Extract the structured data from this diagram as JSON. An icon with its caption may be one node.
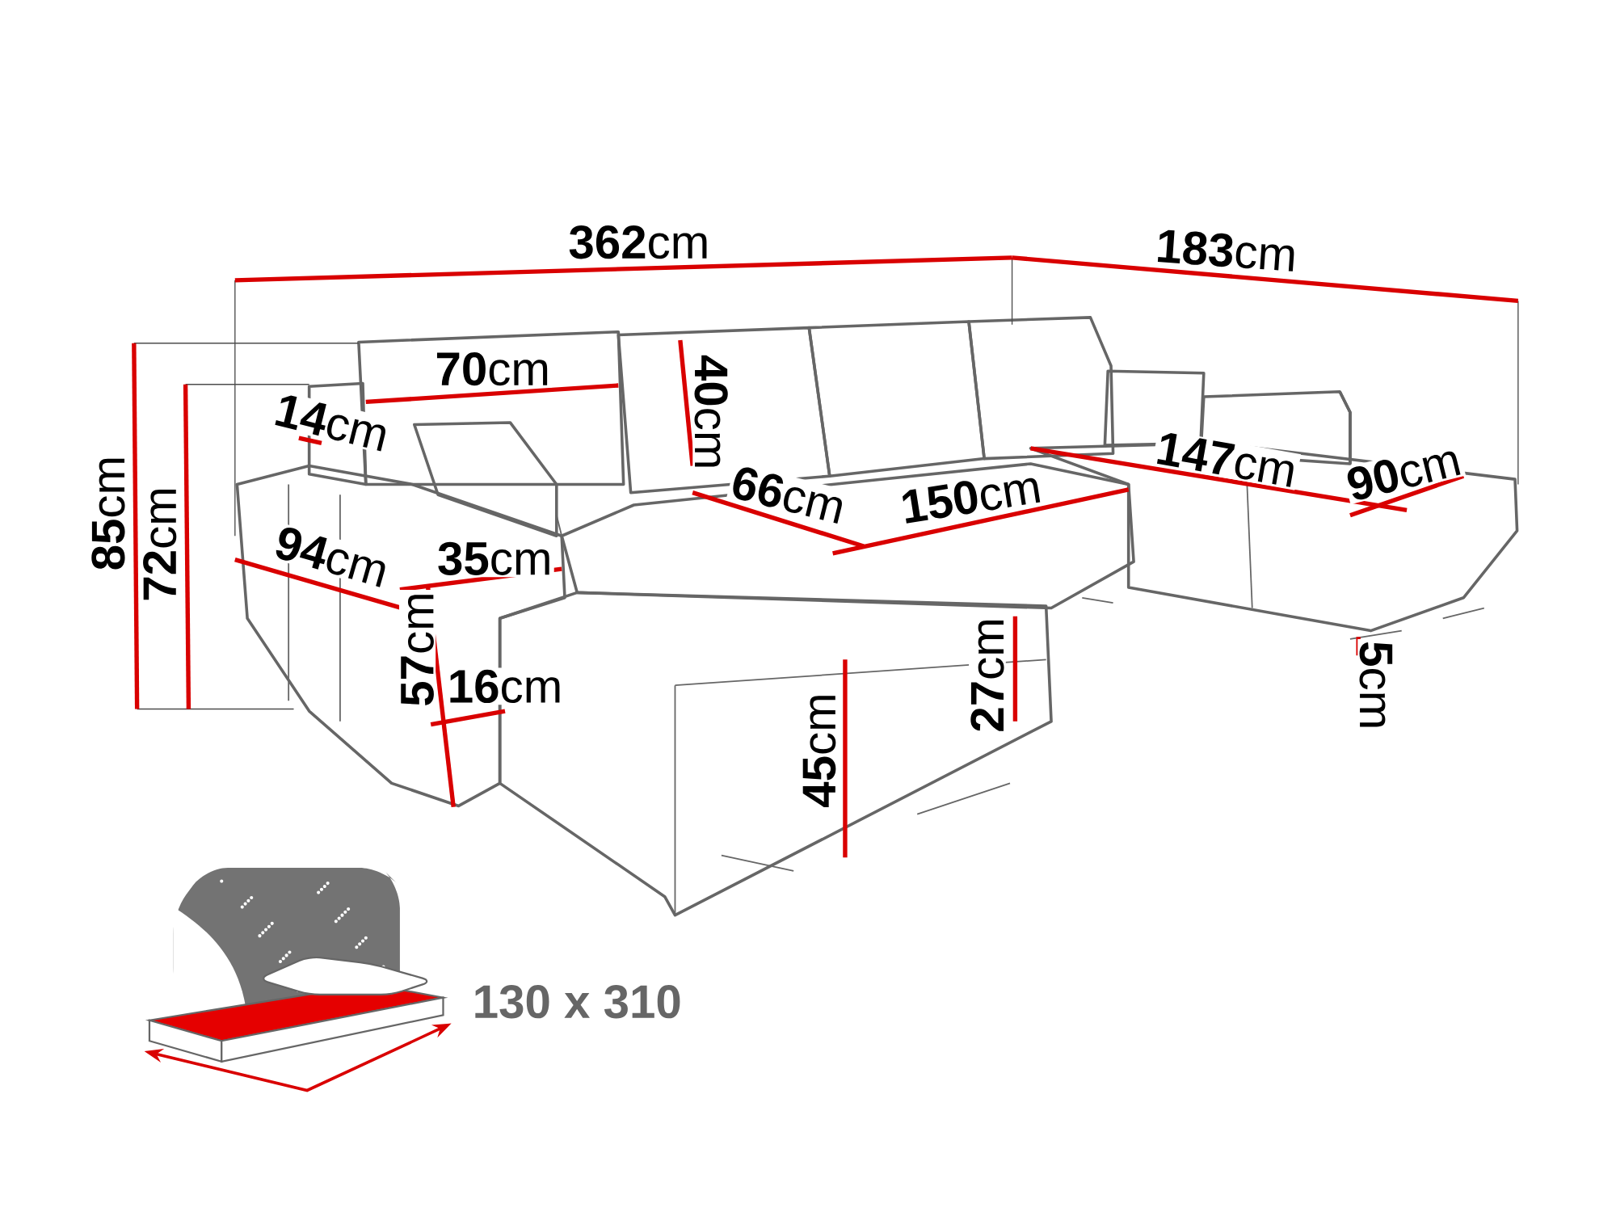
{
  "diagram": {
    "labels": [
      "**362**cm",
      "**183**cm",
      "**70**cm",
      "**40**cm",
      "**14**cm",
      "**85**cm",
      "**72**cm",
      "**66**cm",
      "**150**cm",
      "**147**cm",
      "**90**cm",
      "**94**cm",
      "**35**cm",
      "**57**cm",
      "**16**cm",
      "**27**cm",
      "**45**cm",
      "**5**cm",
      "130 x 310"
    ]
  }
}
